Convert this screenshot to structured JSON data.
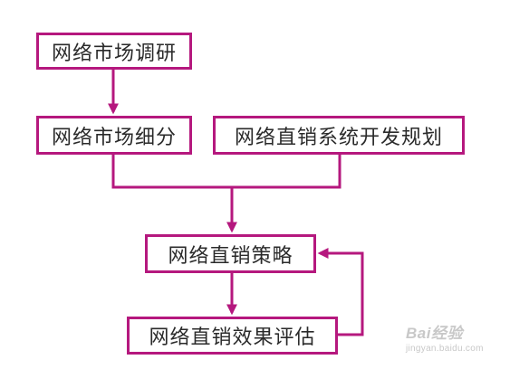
{
  "diagram": {
    "nodes": {
      "market_research": "网络市场调研",
      "market_segmentation": "网络市场细分",
      "direct_sales_system_planning": "网络直销系统开发规划",
      "direct_sales_strategy": "网络直销策略",
      "direct_sales_evaluation": "网络直销效果评估"
    },
    "edges": [
      {
        "from": "market_research",
        "to": "market_segmentation"
      },
      {
        "from": "market_segmentation",
        "to": "direct_sales_strategy"
      },
      {
        "from": "direct_sales_system_planning",
        "to": "direct_sales_strategy"
      },
      {
        "from": "direct_sales_strategy",
        "to": "direct_sales_evaluation"
      },
      {
        "from": "direct_sales_evaluation",
        "to": "direct_sales_strategy"
      }
    ],
    "colors": {
      "accent": "#b5187e",
      "text": "#2a2a2a",
      "background": "#ffffff"
    }
  },
  "watermark": {
    "logo": "Bai经验",
    "url": "jingyan.baidu.com"
  }
}
